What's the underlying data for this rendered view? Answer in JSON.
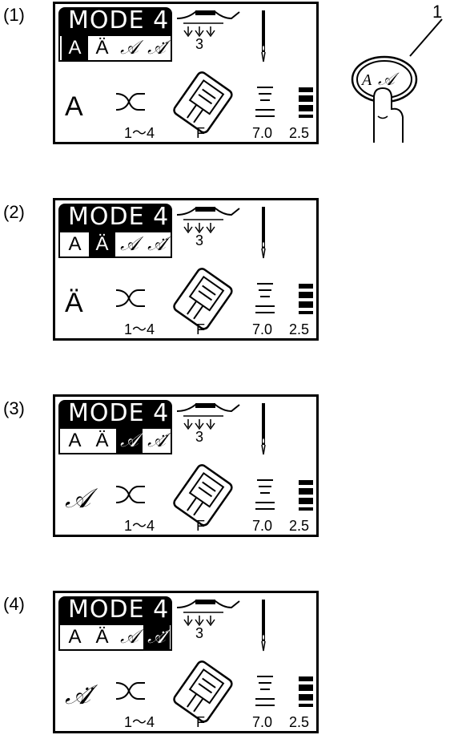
{
  "steps": [
    {
      "label": "(1)",
      "selected": 0,
      "sample": "A"
    },
    {
      "label": "(2)",
      "selected": 1,
      "sample": "Ä"
    },
    {
      "label": "(3)",
      "selected": 2,
      "sample": "𝒜"
    },
    {
      "label": "(4)",
      "selected": 3,
      "sample": "𝒜̈"
    }
  ],
  "lcd": {
    "mode_text": "MODE 4",
    "tension_value": "3",
    "stitch_range": "1～4",
    "foot_code": "F",
    "length_value": "7.0",
    "width_value": "2.5",
    "modes": [
      "A",
      "Ä",
      "𝒜",
      "𝒜̈"
    ]
  },
  "callout": {
    "number": "1",
    "button_text": "A 𝒜"
  }
}
